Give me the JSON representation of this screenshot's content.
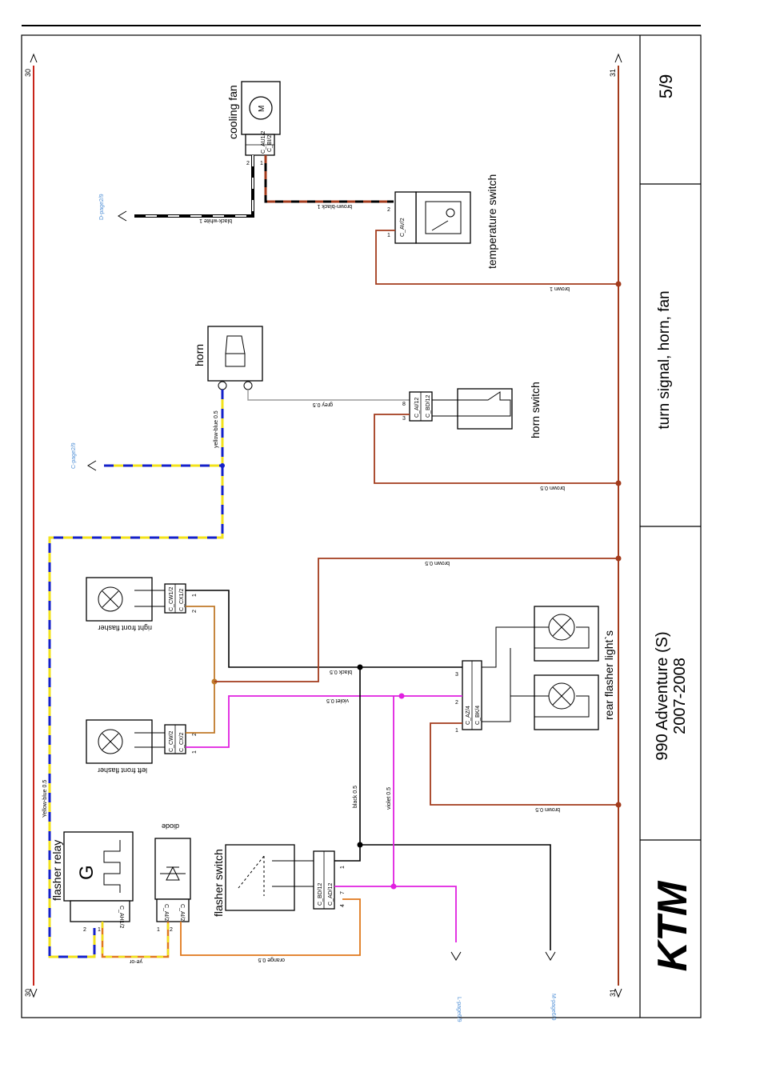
{
  "sheet": {
    "page": "5/9",
    "title": "turn signal, horn, fan",
    "model": "990 Adventure (S)",
    "years": "2007-2008",
    "logo": "KTM"
  },
  "rails": {
    "left_top": "30",
    "left_bottom": "30",
    "right_top": "31",
    "right_bottom": "31"
  },
  "page_links": {
    "d": "D-page2/9",
    "c": "C-page2/9",
    "l": "L-page6/9",
    "m": "M-page6/9"
  },
  "components": {
    "cooling_fan": "cooling fan",
    "temperature_switch": "temperature switch",
    "horn": "horn",
    "horn_switch": "horn switch",
    "right_front_flasher": "right front flasher",
    "left_front_flasher": "left front flasher",
    "rear_flashers": "rear flasher light`s",
    "flasher_relay": "flasher relay",
    "flasher_relay_symbol": "G",
    "diode": "diode",
    "flasher_switch": "flasher switch"
  },
  "connectors": {
    "fan_a": "C_BI/2",
    "fan_b": "C_AU1/2",
    "temp": "C_AV/2",
    "horn_a": "C_AI/12",
    "horn_b": "C_BD/12",
    "rf_a": "C_CW1/2",
    "rf_b": "C_CX1/2",
    "lf_a": "C_CW/2",
    "lf_b": "C_CX/2",
    "rear_a": "C_AZ/4",
    "rear_b": "C_BK/4",
    "relay": "C_AH1/2",
    "diode_a": "C_AI/2",
    "diode_b": "C_AI/2",
    "fs_a": "C_BD/12",
    "fs_b": "C_AD/12"
  },
  "pins": {
    "fan_2": "2",
    "fan_1": "1",
    "temp_2": "2",
    "temp_1": "1",
    "hs_3": "3",
    "hs_8": "8",
    "rf_1": "1",
    "rf_2": "2",
    "lf_2": "2",
    "lf_1": "1",
    "rear_3": "3",
    "rear_2": "2",
    "rear_1": "1",
    "relay_2": "2",
    "relay_1": "1",
    "diode_1": "1",
    "diode_2": "2",
    "fs_1": "1",
    "fs_7": "7",
    "fs_4": "4"
  },
  "wires": {
    "black_white": "black-white 1",
    "brown_black": "brown-black 1",
    "brown_1": "brown 1",
    "grey": "grey 0.5",
    "yellow_blue_v": "yellow-blue 0.5",
    "brown_05_a": "brown 0.5",
    "brown_05_b": "brown 0.5",
    "brown_05_c": "brown 0.5",
    "black_h": "black 0.5",
    "violet_h": "violet 0.5",
    "black_v": "black 0.5",
    "violet_v": "violet 0.5",
    "yellow_blue_long": "Yellow-blue 0.5",
    "ye_or": "ye-or",
    "orange": "orange 0.5"
  },
  "colors": {
    "brown": "#a33b1c",
    "orange": "#e0781c",
    "ochre": "#c07a2a",
    "yellow": "#f2e21a",
    "blue": "#1420c8",
    "violet": "#e020e0",
    "black": "#000000",
    "red_rail": "#c8241a",
    "grey": "#9a9a9a",
    "link_blue": "#4f8fd6"
  }
}
